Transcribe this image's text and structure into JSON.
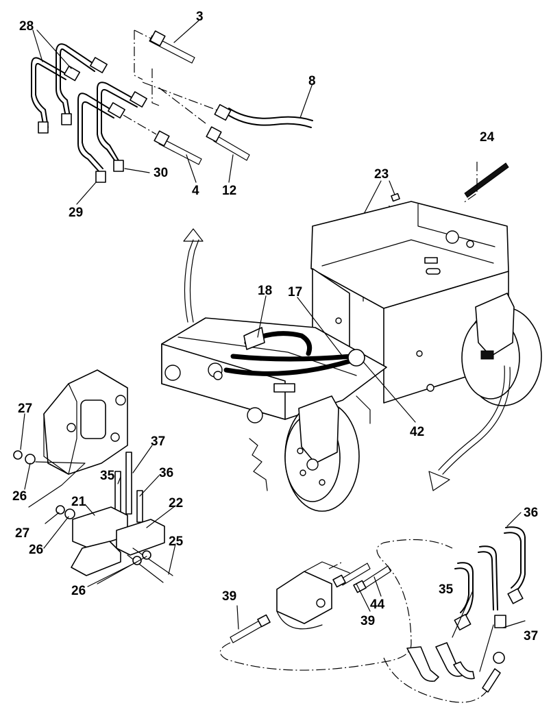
{
  "callouts": {
    "c3": "3",
    "c8": "8",
    "c28": "28",
    "c30": "30",
    "c4": "4",
    "c12": "12",
    "c29": "29",
    "c24": "24",
    "c23": "23",
    "c18": "18",
    "c17": "17",
    "c42": "42",
    "c27a": "27",
    "c26a": "26",
    "c37a": "37",
    "c35a": "35",
    "c36a": "36",
    "c21": "21",
    "c22": "22",
    "c27b": "27",
    "c26b": "26",
    "c25": "25",
    "c26c": "26",
    "c36b": "36",
    "c39a": "39",
    "c44": "44",
    "c39b": "39",
    "c35b": "35",
    "c37b": "37"
  }
}
